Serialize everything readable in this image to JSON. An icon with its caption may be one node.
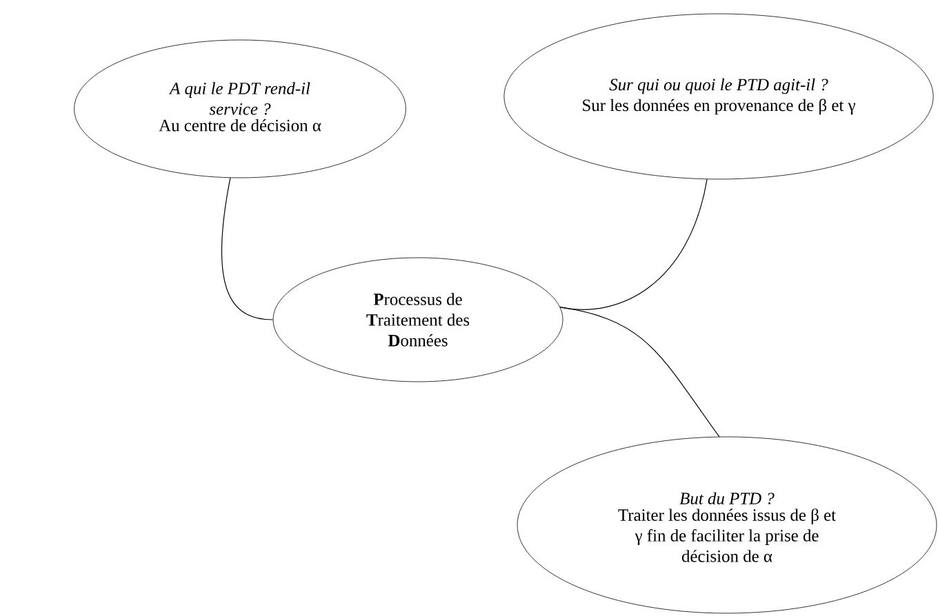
{
  "diagram": {
    "nodes": [
      {
        "text": [
          "A qui le PDT rend-il service ?",
          "Au centre de décision α"
        ]
      },
      {
        "text": [
          "Sur qui ou quoi le PTD agit-il ?",
          "Sur les données en provenance de β et γ"
        ]
      },
      {
        "text": [
          "**P**rocessus de **T**raitement des **D**onnées"
        ]
      },
      {
        "text": [
          "But du PTD ?",
          "Traiter les données issus de β et γ fin de faciliter la prise de décision de α"
        ]
      }
    ],
    "edges": [
      {
        "from": 0,
        "to": 2,
        "arrow": "none"
      },
      {
        "from": 1,
        "to": 2,
        "arrow": "none"
      },
      {
        "from": 3,
        "to": 2,
        "arrow": "none"
      }
    ]
  }
}
